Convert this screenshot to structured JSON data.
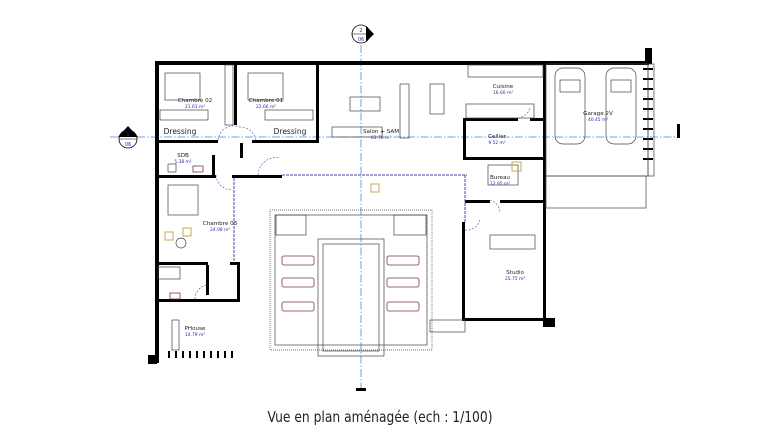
{
  "caption": "Vue en plan aménagée (ech : 1/100)",
  "section_markers": [
    {
      "number": "2",
      "sheet": "06"
    },
    {
      "number": "1",
      "sheet": "06"
    }
  ],
  "rooms": [
    {
      "name": "Chambre 02",
      "area": "21.61 m²"
    },
    {
      "name": "Chambre 01",
      "area": "22.66 m²"
    },
    {
      "name": "Salon + SAM",
      "area": "61.76 m²"
    },
    {
      "name": "Cuisine",
      "area": "16.60 m²"
    },
    {
      "name": "Cellier",
      "area": "9.52 m²"
    },
    {
      "name": "Garage 2V",
      "area": "40.45 m²"
    },
    {
      "name": "SDB",
      "area": "5.38 m²"
    },
    {
      "name": "Bureau",
      "area": "12.95 m²"
    },
    {
      "name": "Chambre 03",
      "area": "24.08 m²"
    },
    {
      "name": "Studio",
      "area": "25.75 m²"
    },
    {
      "name": "PHouse",
      "area": "14.79 m²"
    }
  ],
  "dressing_labels": [
    "Dressing",
    "Dressing"
  ]
}
